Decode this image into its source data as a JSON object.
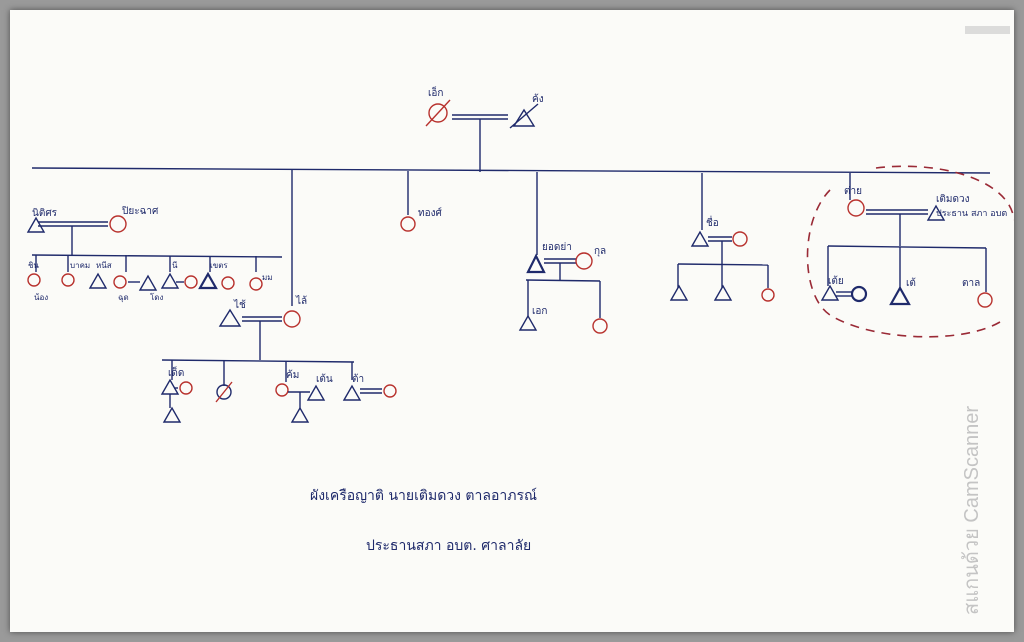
{
  "diagram": {
    "founders": {
      "left": "เอ็ก",
      "right": "ค้ง"
    },
    "branch_1": {
      "couple": {
        "left": "นิติศร",
        "right": "ปิยะฉาศ"
      },
      "children": [
        {
          "name": "ชิน",
          "spouse": "น้อง"
        },
        {
          "name": "บาคม",
          "spouse": "หนีส"
        },
        {
          "name": "ฉุด",
          "spouse": "โดง"
        },
        {
          "name": "นี",
          "spouse": ""
        },
        {
          "name": "เขตร",
          "spouse": ""
        },
        {
          "name": "มม",
          "spouse": ""
        }
      ]
    },
    "branch_2": {
      "couple": {
        "left": "ไช้",
        "right": "ไล้"
      },
      "children": [
        {
          "name": "เด็ด"
        },
        {
          "name": ""
        },
        {
          "name": "ค้ม"
        },
        {
          "name": "เต้น"
        },
        {
          "name": "ต้า"
        }
      ]
    },
    "branch_3": {
      "name": "ทองศ์"
    },
    "branch_4": {
      "couple": {
        "left": "ยอดย่า",
        "right": "กุล"
      },
      "children": [
        {
          "name": "เอก"
        },
        {
          "name": ""
        }
      ]
    },
    "branch_5": {
      "couple": {
        "left": "ชื่อ",
        "right": ""
      },
      "children": [
        {
          "name": ""
        },
        {
          "name": ""
        },
        {
          "name": ""
        }
      ]
    },
    "branch_6": {
      "couple": {
        "left": "ต่าย",
        "right": "เติมดวง"
      },
      "right_note": "ประธาน สภา อบต",
      "children": [
        {
          "name": "เต้ย"
        },
        {
          "name": "เต้"
        },
        {
          "name": "ตาล"
        }
      ]
    },
    "caption_line1": "ผังเครือญาติ นายเติมดวง ตาลอาภรณ์",
    "caption_line2": "ประธานสภา อบต. ศาลาลัย"
  },
  "watermark": "สแกนด้วย CamScanner",
  "colors": {
    "ink": "#1f2a6b",
    "red": "#b8322e",
    "paper": "#fbfbf8",
    "frame": "#9a9a9a",
    "dash": "#9a2a36"
  }
}
